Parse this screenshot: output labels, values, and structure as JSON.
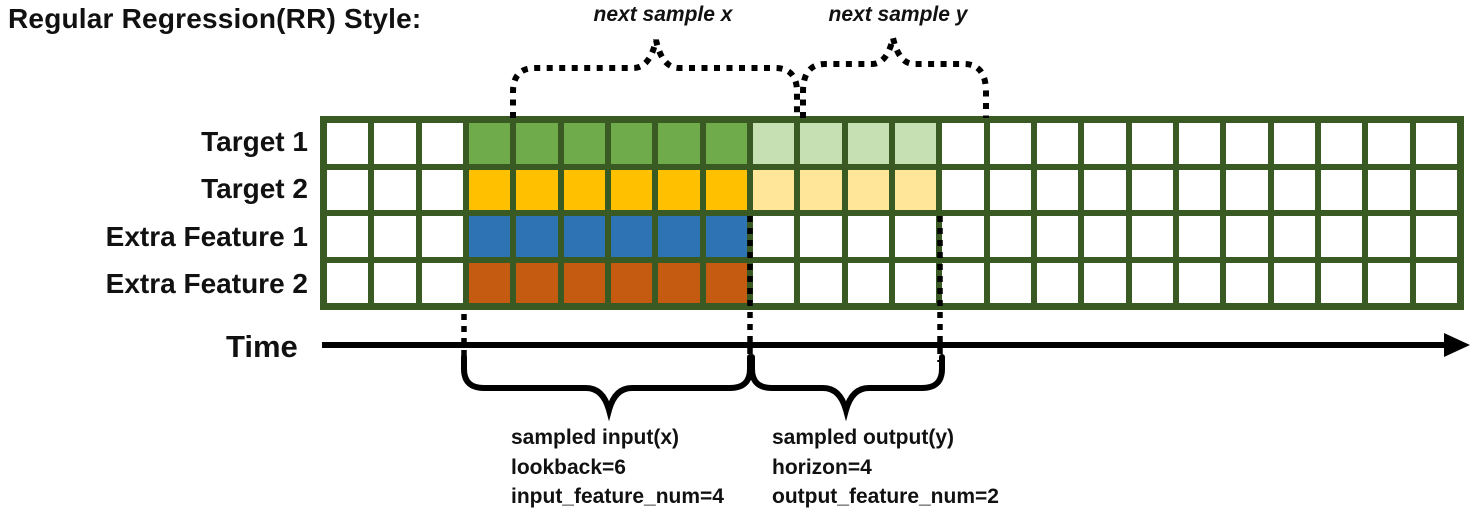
{
  "title": "Regular Regression(RR) Style:",
  "annotations": {
    "next_sample_x": "next sample x",
    "next_sample_y": "next sample y",
    "time_label": "Time",
    "input_block": {
      "line1": "sampled input(x)",
      "line2": "lookback=6",
      "line3": "input_feature_num=4"
    },
    "output_block": {
      "line1": "sampled output(y)",
      "line2": "horizon=4",
      "line3": "output_feature_num=2"
    }
  },
  "grid": {
    "columns": 24,
    "border_color": "#3a5a23",
    "empty_cell_color": "#ffffff",
    "input_start_col": 3,
    "input_len": 6,
    "output_len": 4,
    "rows": [
      {
        "label": "Target 1",
        "solid_color": "#6faa4b",
        "light_color": "#c6e0b4",
        "has_output": true
      },
      {
        "label": "Target 2",
        "solid_color": "#ffc000",
        "light_color": "#ffe699",
        "has_output": true
      },
      {
        "label": "Extra Feature 1",
        "solid_color": "#2e74b5",
        "light_color": null,
        "has_output": false
      },
      {
        "label": "Extra Feature 2",
        "solid_color": "#c55a11",
        "light_color": null,
        "has_output": false
      }
    ]
  },
  "colors": {
    "annotation_stroke": "#000000"
  }
}
